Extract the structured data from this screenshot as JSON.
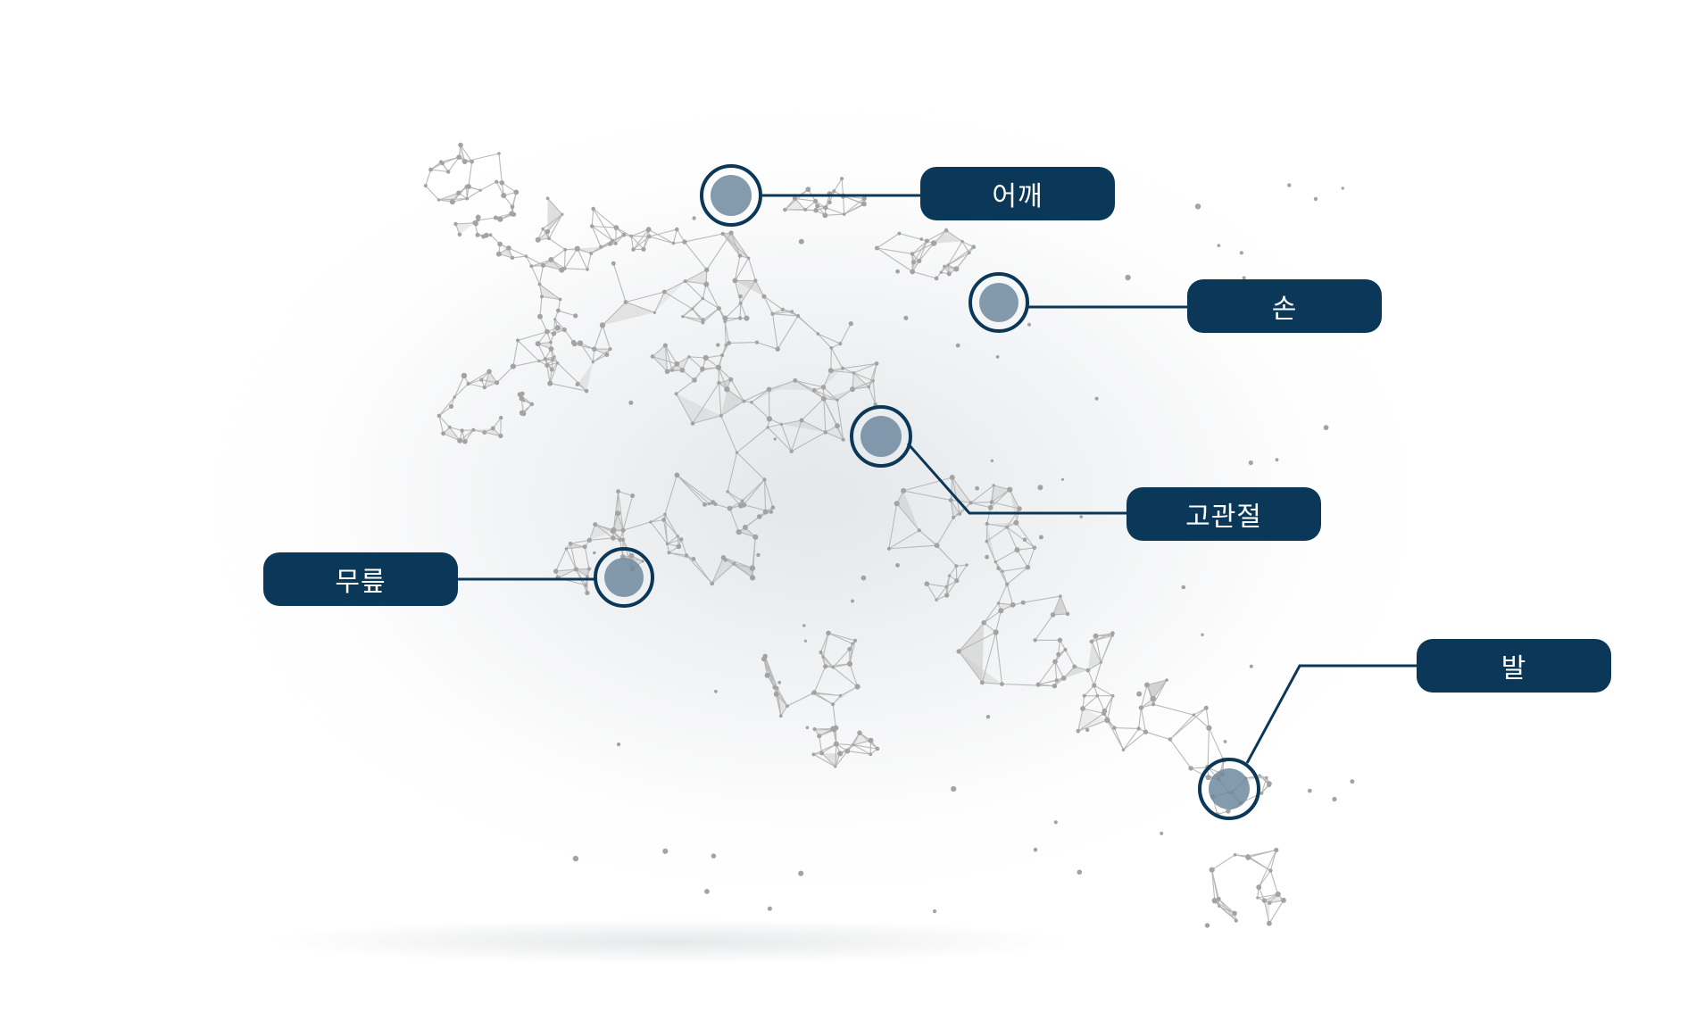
{
  "labels": {
    "shoulder": "어깨",
    "hand": "손",
    "hip": "고관절",
    "knee": "무릎",
    "foot": "발"
  },
  "colors": {
    "label_background": "#0b3858",
    "label_text": "#ffffff",
    "connector_line": "#0b3858",
    "marker_fill": "#6f889f",
    "mesh_line": "#b9b9b9",
    "mesh_node": "#9f9f9f"
  },
  "icons": {
    "figure": "low-poly-wireframe-running-human"
  }
}
